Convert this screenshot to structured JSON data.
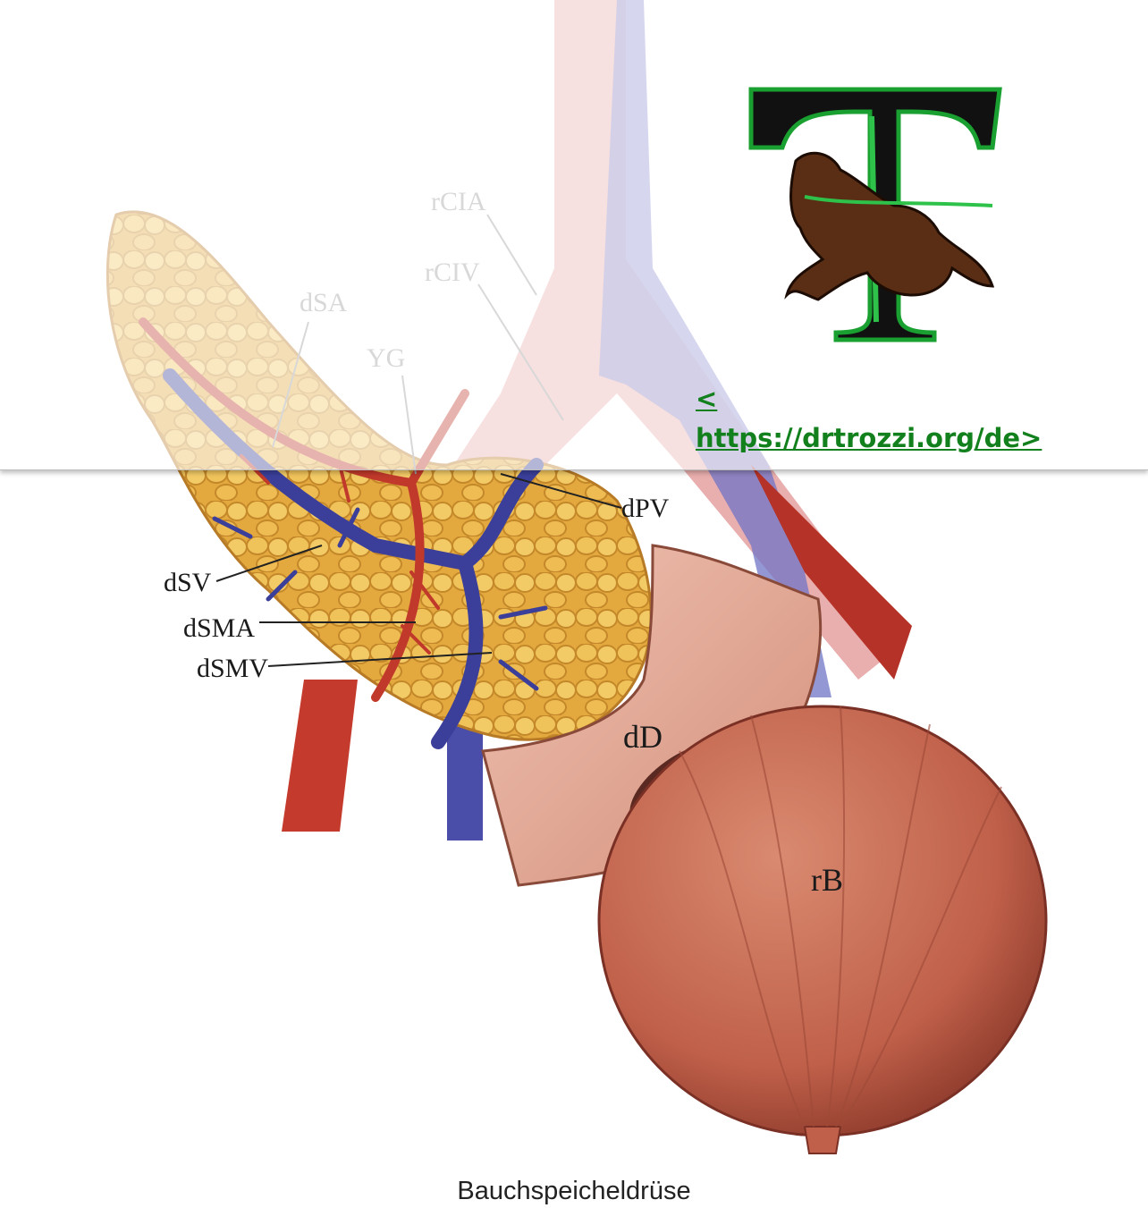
{
  "figure": {
    "labels": {
      "rCIA": "rCIA",
      "rCIV": "rCIV",
      "dSA": "dSA",
      "YG": "YG",
      "dPV": "dPV",
      "dSV": "dSV",
      "dSMA": "dSMA",
      "dSMV": "dSMV",
      "dD": "dD",
      "rB": "rB"
    },
    "caption": "Bauchspeicheldrüse"
  },
  "overlay": {
    "link_open": "<",
    "link_url": "https://drtrozzi.org/de>",
    "logo_letter": "T"
  },
  "colors": {
    "link": "#12801c",
    "artery": "#c0392b",
    "vein": "#3b3f9a",
    "pancreas": "#e3b24a",
    "organ": "#c9705a"
  }
}
